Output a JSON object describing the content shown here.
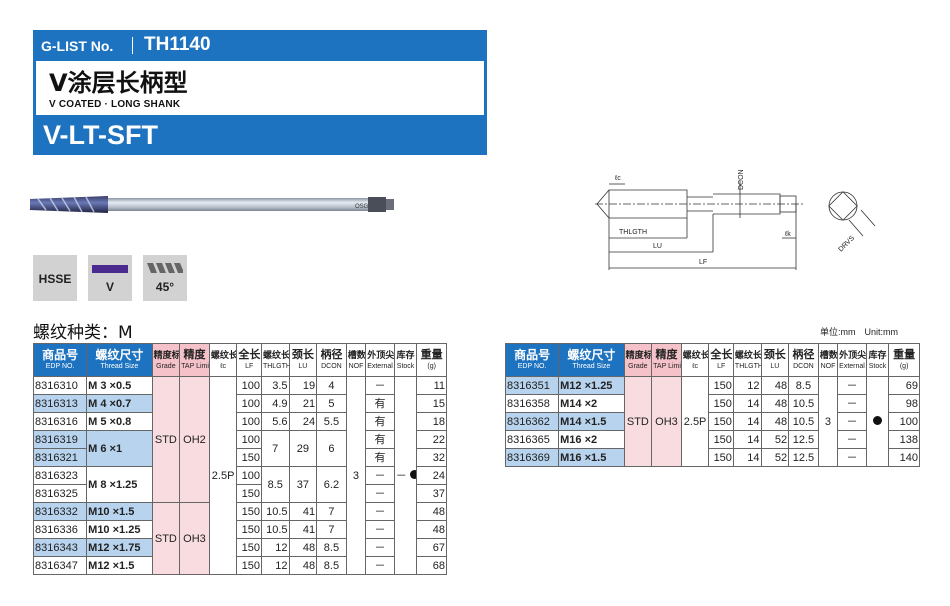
{
  "header": {
    "glist_label": "G-LIST No.",
    "product_no": "TH1140",
    "cn_title": "V涂层长柄型",
    "en_title": "V COATED · LONG SHANK",
    "model": "V-LT-SFT"
  },
  "badges": {
    "material": "HSSE",
    "coating": "V",
    "angle": "45°",
    "coating_color": "#4a2a8e"
  },
  "drawing_labels": {
    "lc": "ℓc",
    "dcon": "DCON",
    "thlgth": "THLGTH",
    "lu": "LU",
    "lf": "LF",
    "lk": "ℓk",
    "drvs": "DRVS"
  },
  "thread_type": "螺纹种类：M",
  "unit_label": "单位:mm　Unit:mm",
  "table_headers": {
    "edp_cn": "商品号",
    "edp_en": "EDP NO.",
    "size_cn": "螺纹尺寸",
    "size_en": "Thread Size",
    "grade_cn": "精度标记",
    "grade_en": "Grade",
    "tap_cn": "精度",
    "tap_en": "TAP Limit",
    "lc_cn": "螺纹长度",
    "lc_en": "ℓc",
    "lf_cn": "全长",
    "lf_en": "LF",
    "th_cn": "螺纹长",
    "th_en": "THLGTH",
    "lu_cn": "颈长",
    "lu_en": "LU",
    "dcon_cn": "柄径",
    "dcon_en": "DCON",
    "nof_cn": "槽数",
    "nof_en": "NOF",
    "ext_cn": "外顶尖",
    "ext_en": "External Center",
    "stock_cn": "库存",
    "stock_en": "Stock",
    "wt_cn": "重量",
    "wt_en": "(g)"
  },
  "left_rows": [
    {
      "edp": "8316310",
      "size": "M  3 ×0.5",
      "lf": "100",
      "th": "3.5",
      "lu": "19",
      "dcon": "4",
      "ext": "－",
      "wt": "11"
    },
    {
      "edp": "8316313",
      "size": "M  4 ×0.7",
      "lf": "100",
      "th": "4.9",
      "lu": "21",
      "dcon": "5",
      "ext": "有",
      "wt": "15"
    },
    {
      "edp": "8316316",
      "size": "M  5 ×0.8",
      "lf": "100",
      "th": "5.6",
      "lu": "24",
      "dcon": "5.5",
      "ext": "有",
      "wt": "18"
    },
    {
      "edp": "8316319",
      "size": "M  6 ×1",
      "lf": "100",
      "th": "7",
      "lu": "29",
      "dcon": "6",
      "ext": "有",
      "wt": "22"
    },
    {
      "edp": "8316321",
      "size": "",
      "lf": "150",
      "th": "",
      "lu": "",
      "dcon": "",
      "ext": "有",
      "wt": "32"
    },
    {
      "edp": "8316323",
      "size": "M  8 ×1.25",
      "lf": "100",
      "th": "8.5",
      "lu": "37",
      "dcon": "6.2",
      "ext": "－",
      "wt": "24"
    },
    {
      "edp": "8316325",
      "size": "",
      "lf": "150",
      "th": "",
      "lu": "",
      "dcon": "",
      "ext": "－",
      "wt": "37"
    },
    {
      "edp": "8316332",
      "size": "M10 ×1.5",
      "lf": "150",
      "th": "10.5",
      "lu": "41",
      "dcon": "7",
      "ext": "－",
      "wt": "48"
    },
    {
      "edp": "8316336",
      "size": "M10 ×1.25",
      "lf": "150",
      "th": "10.5",
      "lu": "41",
      "dcon": "7",
      "ext": "－",
      "wt": "48"
    },
    {
      "edp": "8316343",
      "size": "M12 ×1.75",
      "lf": "150",
      "th": "12",
      "lu": "48",
      "dcon": "8.5",
      "ext": "－",
      "wt": "67"
    },
    {
      "edp": "8316347",
      "size": "M12 ×1.5",
      "lf": "150",
      "th": "12",
      "lu": "48",
      "dcon": "8.5",
      "ext": "－",
      "wt": "68"
    }
  ],
  "left_common": {
    "grade": "STD",
    "tap1": "OH2",
    "tap2": "OH3",
    "lc": "2.5P",
    "nof": "3",
    "stock": "－"
  },
  "right_rows": [
    {
      "edp": "8316351",
      "size": "M12 ×1.25",
      "lf": "150",
      "th": "12",
      "lu": "48",
      "dcon": "8.5",
      "ext": "－",
      "wt": "69"
    },
    {
      "edp": "8316358",
      "size": "M14 ×2",
      "lf": "150",
      "th": "14",
      "lu": "48",
      "dcon": "10.5",
      "ext": "－",
      "wt": "98"
    },
    {
      "edp": "8316362",
      "size": "M14 ×1.5",
      "lf": "150",
      "th": "14",
      "lu": "48",
      "dcon": "10.5",
      "ext": "－",
      "wt": "100"
    },
    {
      "edp": "8316365",
      "size": "M16 ×2",
      "lf": "150",
      "th": "14",
      "lu": "52",
      "dcon": "12.5",
      "ext": "－",
      "wt": "138"
    },
    {
      "edp": "8316369",
      "size": "M16 ×1.5",
      "lf": "150",
      "th": "14",
      "lu": "52",
      "dcon": "12.5",
      "ext": "－",
      "wt": "140"
    }
  ],
  "right_common": {
    "grade": "STD",
    "tap": "OH3",
    "lc": "2.5P",
    "nof": "3"
  }
}
